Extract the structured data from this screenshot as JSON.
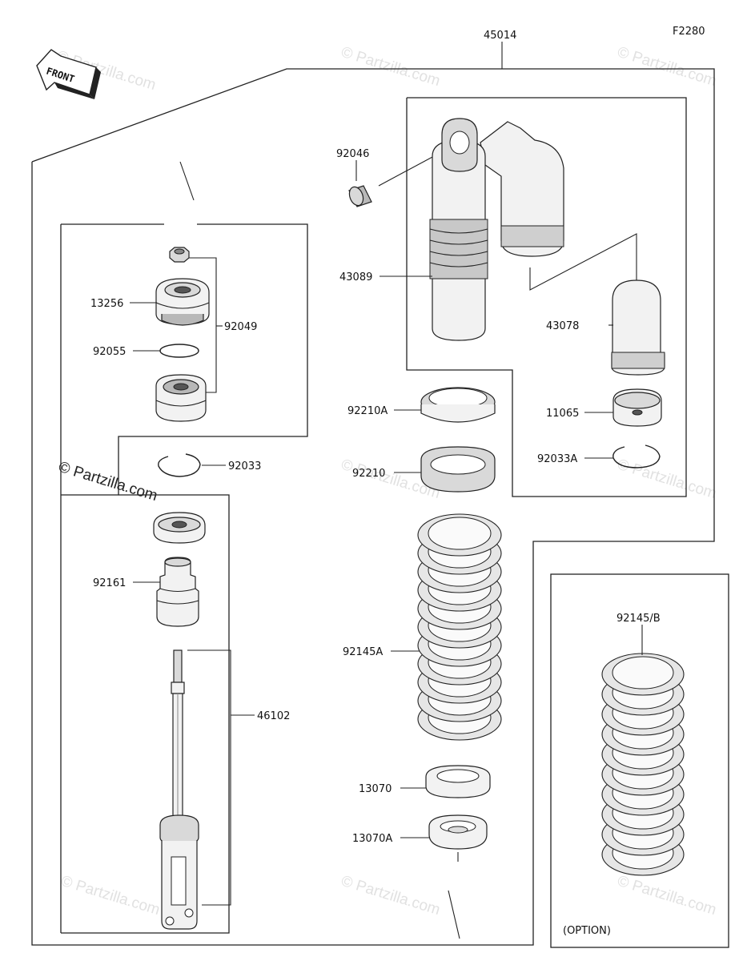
{
  "figure_code": "F2280",
  "front_arrow_label": "FRONT",
  "option_label": "(OPTION)",
  "watermarks": {
    "text": "© Partzilla.com",
    "prominent": "© Partzilla.com"
  },
  "parts": {
    "p45014": "45014",
    "p92046": "92046",
    "p43089": "43089",
    "p43078": "43078",
    "p11065": "11065",
    "p92033A": "92033A",
    "p92210A": "92210A",
    "p92210": "92210",
    "p13256": "13256",
    "p92049": "92049",
    "p92055": "92055",
    "p92033": "92033",
    "p92161": "92161",
    "p46102": "46102",
    "p92145A": "92145A",
    "p92145B": "92145/B",
    "p13070": "13070",
    "p13070A": "13070A"
  }
}
